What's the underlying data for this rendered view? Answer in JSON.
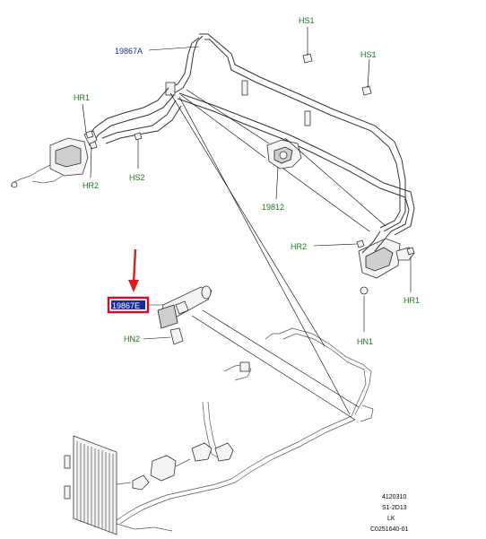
{
  "callouts": {
    "hs1_top": "HS1",
    "hs1_right": "HS1",
    "hr1_left": "HR1",
    "hr2_left": "HR2",
    "hs2": "HS2",
    "part_19867A": "19867A",
    "part_19812": "19812",
    "hr2_right": "HR2",
    "hr1_right": "HR1",
    "hn1": "HN1",
    "part_19867E": "19867E",
    "hn2": "HN2"
  },
  "meta": {
    "line1": "4120310",
    "line2": "S1-2D13",
    "line3": "LK",
    "line4": "C0251640-01"
  },
  "colors": {
    "part_label": "#1a2a9a",
    "hardware_label": "#1a7a1a",
    "highlight_box": "#c8102e",
    "highlight_fill": "#1a2a9a",
    "arrow": "#d81e1e"
  }
}
